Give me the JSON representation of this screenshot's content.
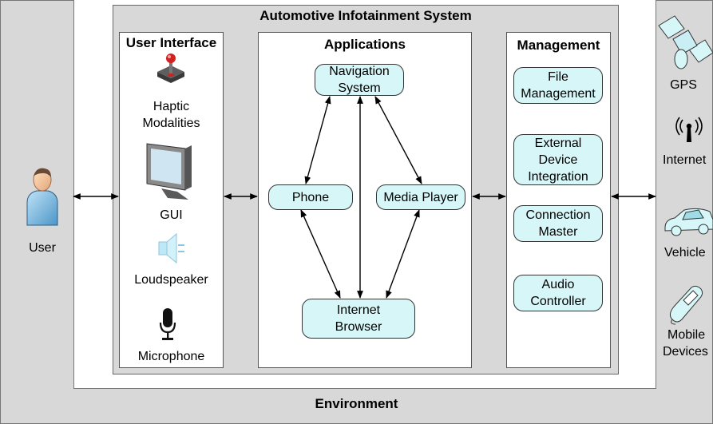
{
  "environment": {
    "label": "Environment"
  },
  "system": {
    "title": "Automotive Infotainment System"
  },
  "user": {
    "label": "User"
  },
  "user_interface": {
    "title": "User Interface",
    "items": [
      {
        "label_1": "Haptic",
        "label_2": "Modalities",
        "icon": "joystick-icon"
      },
      {
        "label_1": "GUI",
        "icon": "monitor-icon"
      },
      {
        "label_1": "Loudspeaker",
        "icon": "loudspeaker-icon"
      },
      {
        "label_1": "Microphone",
        "icon": "microphone-icon"
      }
    ]
  },
  "applications": {
    "title": "Applications",
    "nav": {
      "line1": "Navigation",
      "line2": "System"
    },
    "phone": {
      "line1": "Phone"
    },
    "media": {
      "line1": "Media Player"
    },
    "browser": {
      "line1": "Internet",
      "line2": "Browser"
    }
  },
  "management": {
    "title": "Management",
    "file": {
      "line1": "File",
      "line2": "Management"
    },
    "external": {
      "line1": "External",
      "line2": "Device",
      "line3": "Integration"
    },
    "connection": {
      "line1": "Connection",
      "line2": "Master"
    },
    "audio": {
      "line1": "Audio",
      "line2": "Controller"
    }
  },
  "external_entities": {
    "gps": "GPS",
    "internet": "Internet",
    "vehicle": "Vehicle",
    "mobile_1": "Mobile",
    "mobile_2": "Devices"
  },
  "colors": {
    "node_fill": "#d6f6f8",
    "panel_gray": "#d8d8d8"
  }
}
